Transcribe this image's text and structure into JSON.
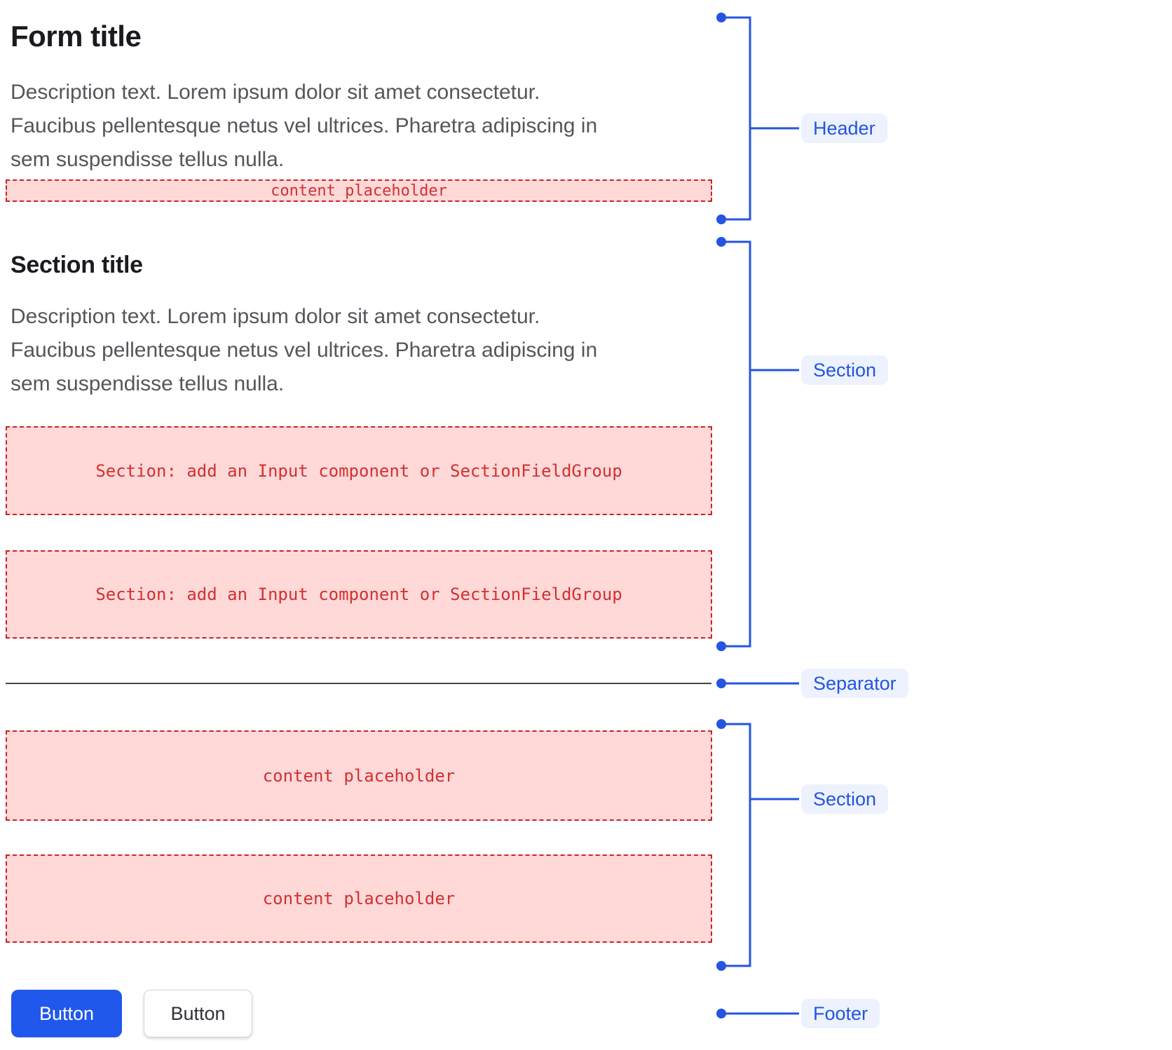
{
  "form": {
    "title": "Form title",
    "description_lines": [
      "Description text. Lorem ipsum dolor sit amet consectetur.",
      "Faucibus pellentesque netus vel ultrices. Pharetra adipiscing in",
      "sem suspendisse tellus nulla."
    ],
    "header_placeholder": "content placeholder",
    "section": {
      "title": "Section title",
      "description_lines": [
        "Description text. Lorem ipsum dolor sit amet consectetur.",
        "Faucibus pellentesque netus vel ultrices. Pharetra adipiscing in",
        "sem suspendisse tellus nulla."
      ],
      "slot1": "Section: add an Input component or SectionFieldGroup",
      "slot2": "Section: add an Input component or SectionFieldGroup"
    },
    "content_section": {
      "slot1": "content placeholder",
      "slot2": "content placeholder"
    },
    "footer": {
      "primary_button": "Button",
      "secondary_button": "Button"
    }
  },
  "annotations": {
    "header_label": "Header",
    "section1_label": "Section",
    "separator_label": "Separator",
    "section2_label": "Section",
    "footer_label": "Footer"
  },
  "colors": {
    "annotation_accent": "#2355E0",
    "annotation_label_bg": "#EDF2FE",
    "placeholder_bg": "#FFD8D8",
    "placeholder_border": "#C82424",
    "placeholder_text": "#D23030",
    "primary_button_bg": "#2158EC",
    "separator_line": "#45464C",
    "title_text": "#1A1B1F",
    "description_text": "#55565C"
  }
}
